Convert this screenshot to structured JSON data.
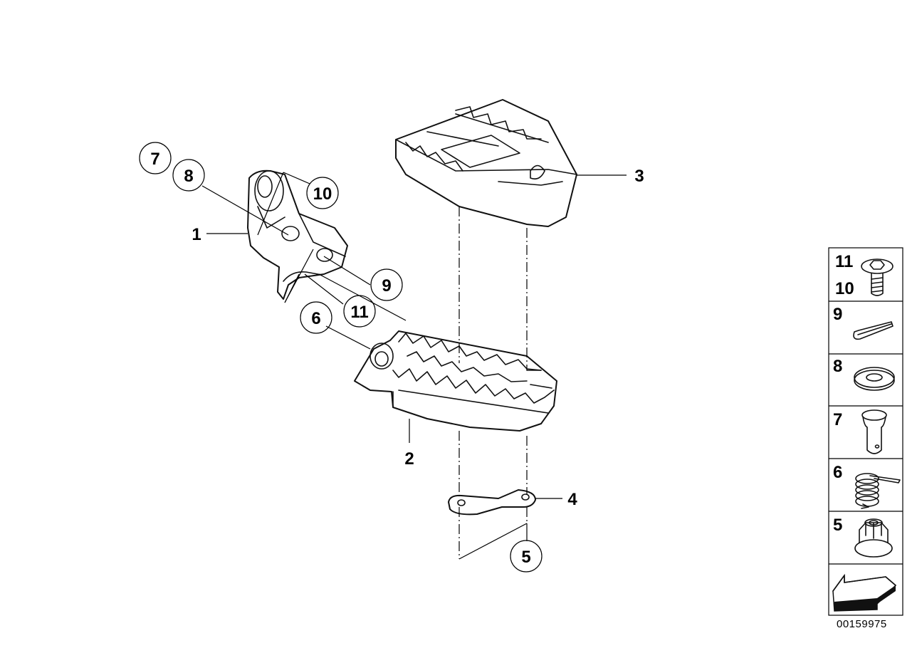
{
  "callouts": {
    "c1": "1",
    "c2": "2",
    "c3": "3",
    "c4": "4",
    "c5": "5",
    "c6": "6",
    "c7": "7",
    "c8": "8",
    "c9": "9",
    "c10": "10",
    "c11": "11"
  },
  "legend": {
    "items": [
      {
        "labels": [
          "11",
          "10"
        ],
        "icon": "screw-icon"
      },
      {
        "labels": [
          "9"
        ],
        "icon": "cotter-pin-icon"
      },
      {
        "labels": [
          "8"
        ],
        "icon": "washer-icon"
      },
      {
        "labels": [
          "7"
        ],
        "icon": "pin-icon"
      },
      {
        "labels": [
          "6"
        ],
        "icon": "spring-icon"
      },
      {
        "labels": [
          "5"
        ],
        "icon": "nut-icon"
      }
    ],
    "direction_icon": "direction-arrow-icon"
  },
  "drawing_id": "00159975"
}
